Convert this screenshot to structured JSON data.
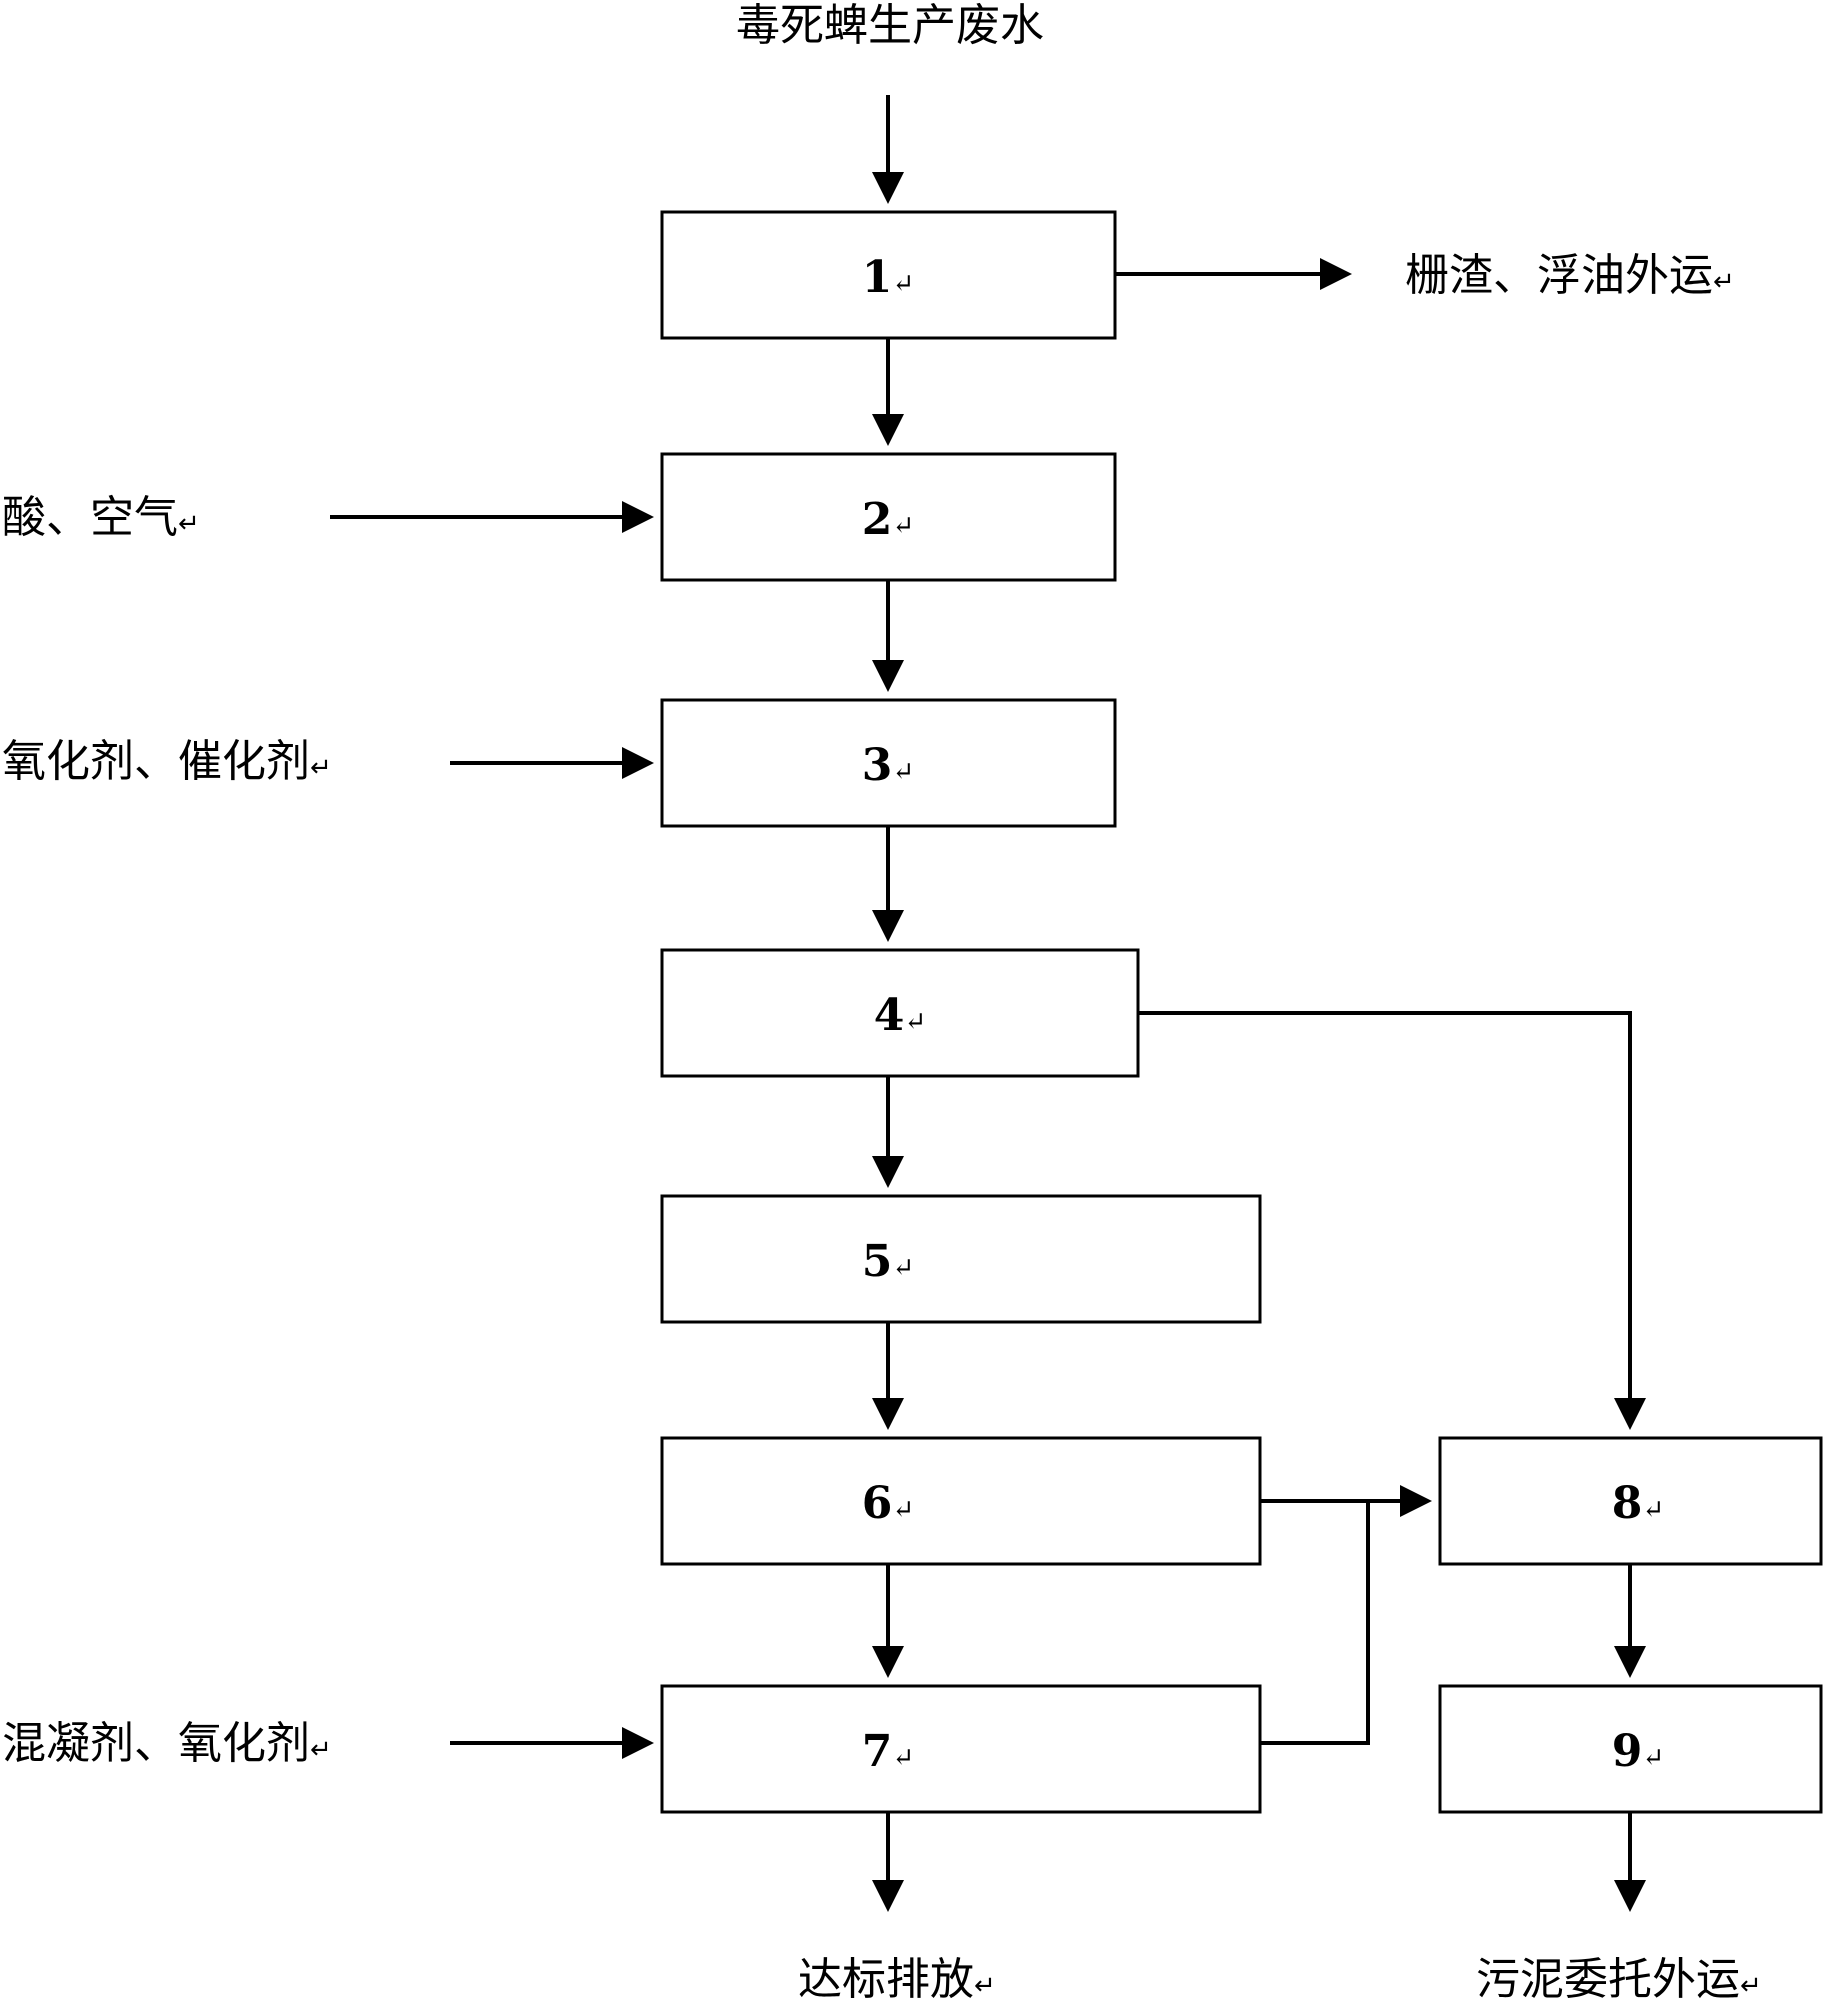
{
  "input": {
    "label": "毒死蜱生产废水"
  },
  "steps": [
    {
      "id": "step-1",
      "label": "1"
    },
    {
      "id": "step-2",
      "label": "2"
    },
    {
      "id": "step-3",
      "label": "3"
    },
    {
      "id": "step-4",
      "label": "4"
    },
    {
      "id": "step-5",
      "label": "5"
    },
    {
      "id": "step-6",
      "label": "6"
    },
    {
      "id": "step-7",
      "label": "7"
    },
    {
      "id": "step-8",
      "label": "8"
    },
    {
      "id": "step-9",
      "label": "9"
    }
  ],
  "side_inputs": {
    "acid_air": "酸、空气",
    "oxidant_catalyst": "氧化剂、催化剂",
    "coagulant_oxidant": "混凝剂、氧化剂"
  },
  "outputs": {
    "screenings": "栅渣、浮油外运",
    "discharge": "达标排放",
    "sludge": "污泥委托外运"
  },
  "paragraph_mark": "↵",
  "colors": {
    "line": "#000000",
    "box_fill": "#ffffff"
  }
}
